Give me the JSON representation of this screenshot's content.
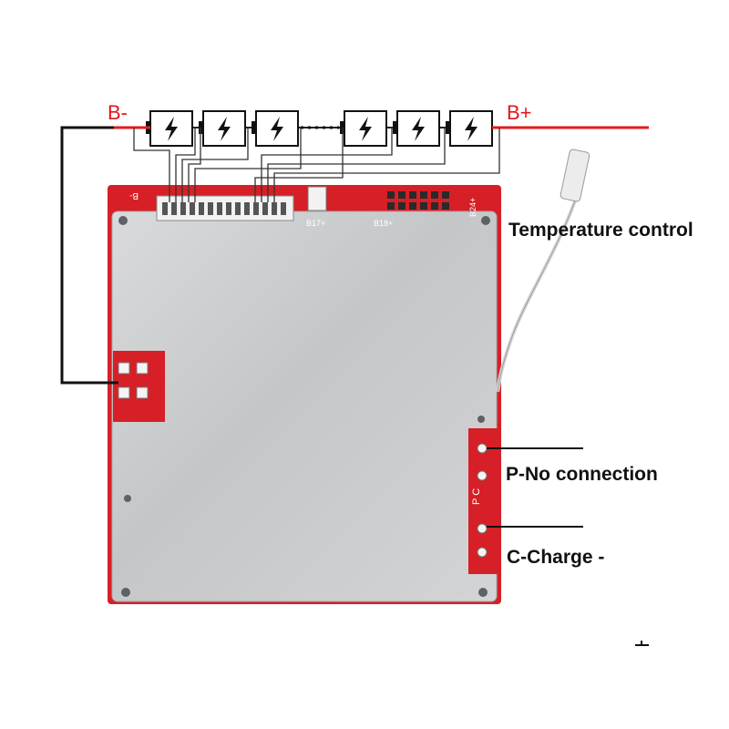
{
  "labels": {
    "b_minus": "B-",
    "b_plus": "B+",
    "temperature": "Temperature control",
    "p_terminal": "P-No connection",
    "c_terminal": "C-Charge -"
  },
  "pcb_markings": {
    "b_minus_mark": "B-",
    "b17": "B17+",
    "b18": "B18+",
    "b24": "B24+",
    "pc": "P C"
  },
  "colors": {
    "wire_red": "#e31b1b",
    "wire_black": "#111111",
    "pcb_red": "#d61f26",
    "heatsink": "#c9cbcd"
  },
  "battery_cells": {
    "icon": "lightning-bolt-icon",
    "visible_count": 6
  }
}
